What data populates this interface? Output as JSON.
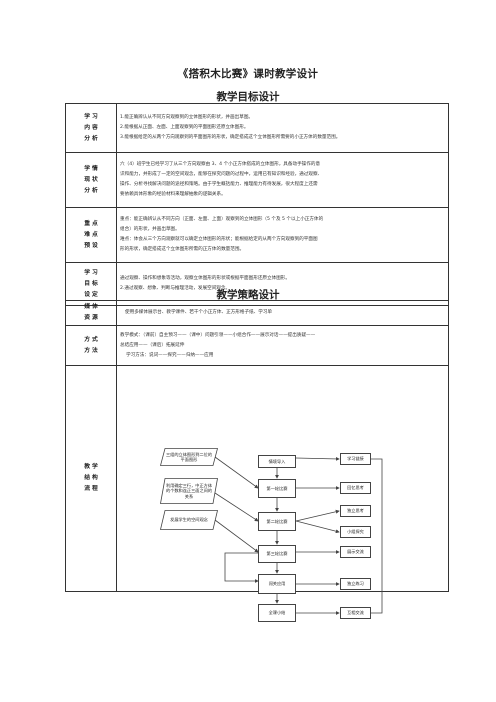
{
  "document": {
    "title": "《搭积木比赛》课时教学设计"
  },
  "objectives": {
    "section_title": "教学目标设计",
    "rows": [
      {
        "label": [
          "学 习",
          "内 容",
          "分 析"
        ],
        "lines": [
          "1.能正确辨认从不同方向观察到的立体图形的形状，并画出草图。",
          "2.能根据从正面、左面、上面观察到的平面图形还原立体图形。",
          "3.能根据给定的从两个方向观察到的平面图形的形状，确定搭成这个立体图形所需要的小正方体的数量范围。"
        ]
      },
      {
        "label": [
          "学 情",
          "现 状",
          "分 析"
        ],
        "lines": [
          "六（4）班学生已经学习了从三个方向观察由 3、4 个小正方体搭成的立体图形，具备动手操作的意",
          "识和能力，并形成了一定的空间观念，能够在探究问题的过程中，运用已有知识和经验，通过观察、",
          "操作、分析寻找解决问题的途径和策略。由于学生概括能力、推理能力有待发展，很大程度上还需",
          "要依赖具体形象的经验材料来理解抽象的逻辑关系。"
        ]
      },
      {
        "label": [
          "重 点",
          "难 点",
          "预 设"
        ],
        "lines": [
          "重点：能正确辨认从不同方向（正面、左面、上面）观察到的立体图形（5 个及 5 个以上小正方体的",
          "组合）的形状，并画出草图。",
          "难点：体会从三个方向观察就可以确定立体图形的形状；能根据给定的从两个方向观察到的平面图",
          "形的形状，确定搭成这个立体图形所需的正方体的数量范围。"
        ]
      },
      {
        "label": [
          "学 习",
          "目 标",
          "设 定"
        ],
        "lines": [
          "通过观察、操作和想象等活动，观察立体图形的形状或根据平面图形还原立体图形。",
          "2.通过观察、想象、判断与推理活动，发展空间观念。"
        ]
      }
    ]
  },
  "strategy": {
    "section_title": "教学策略设计",
    "media_label": [
      "媒 体",
      "资 源"
    ],
    "media_text": "使用多媒体展示台、教学课件、若干个小正方体、正方形格子纸、学习单",
    "method_label": [
      "方 式",
      "方 法"
    ],
    "method_lines": [
      "教学模式：（课前）自主预习——（课中）问题引领——小组合作——展示对话——提出质疑——",
      "总结应用——（课后）拓展延伸",
      "学习方法：说词——探究——归纳——应用"
    ],
    "flow_label": [
      "教 学",
      "结 构",
      "流 程"
    ],
    "flowchart": {
      "center_nodes": [
        "情境导入",
        "第一轮比赛",
        "第二轮比赛",
        "第三轮比赛",
        "闯关应用",
        "全课小结"
      ],
      "left_nodes": [
        "三组的立体图形到二位的平面图形",
        "利用确定三行，中正方体的个数和连正三面之间的关系",
        "发展学生的空间观念"
      ],
      "right_nodes": [
        "学习链接",
        "回忆思考",
        "独立思考",
        "小组探究",
        "展示交流",
        "独立练习",
        "互相交流"
      ]
    }
  }
}
